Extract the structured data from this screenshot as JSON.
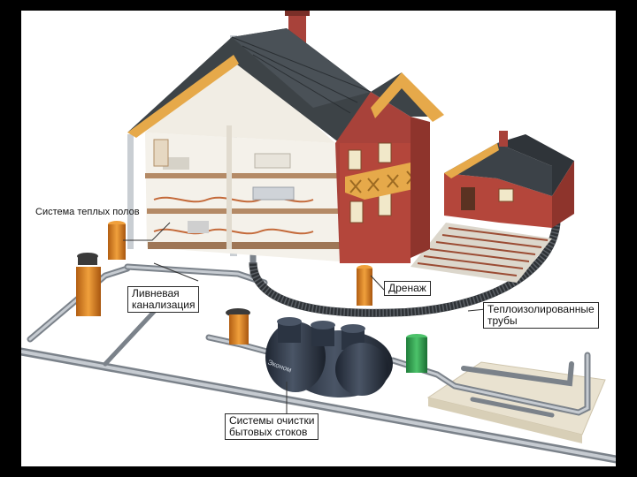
{
  "labels": {
    "warm_floor": "Система теплых полов",
    "storm_sewer": [
      "Ливневая",
      "канализация"
    ],
    "drainage": "Дренаж",
    "insulated_pipes": [
      "Теплоизолированные",
      "трубы"
    ],
    "treatment": [
      "Системы очистки",
      "бытовых стоков"
    ],
    "tank_brand": "Эконом"
  },
  "colors": {
    "wall": "#a8423a",
    "roof": "#3d4347",
    "frame": "#e6a94a",
    "interior": "#f4f1ea",
    "floor_heat": "#b48a66",
    "pipe": "#9aa0a8",
    "orange_well": "#d98222",
    "tank": "#2b3442",
    "green_well": "#2fa44f",
    "corrugated": "#3b3f42",
    "background": "#ffffff",
    "frame_border": "#000000"
  }
}
